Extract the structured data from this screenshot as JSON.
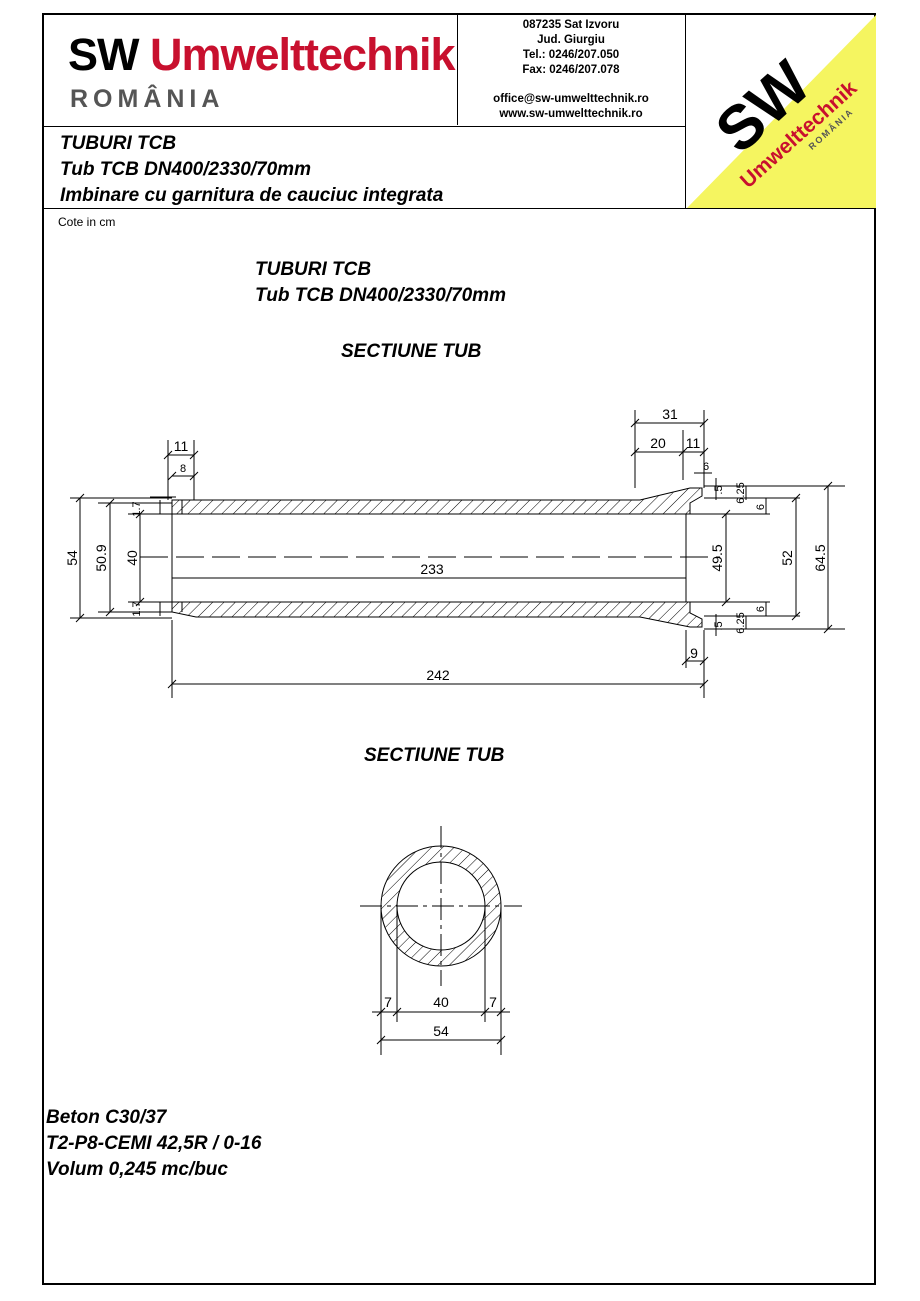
{
  "header": {
    "brand_sw": "SW",
    "brand_name": "Umwelttechnik",
    "brand_country": "ROMÂNIA",
    "contact": {
      "address_1": "087235 Sat Izvoru",
      "address_2": "Jud. Giurgiu",
      "tel": "Tel.: 0246/207.050",
      "fax": "Fax: 0246/207.078",
      "email": "office@sw-umwelttechnik.ro",
      "web": "www.sw-umwelttechnik.ro"
    },
    "corner_logo": {
      "sw": "SW",
      "name": "Umwelttechnik",
      "country": "ROMÂNIA",
      "bg_color": "#f5f560",
      "red": "#c8102e"
    }
  },
  "title_block": {
    "line_1": "TUBURI TCB",
    "line_2": "Tub TCB DN400/2330/70mm",
    "line_3": "Imbinare cu garnitura de cauciuc integrata"
  },
  "units_note": "Cote in cm",
  "drawing": {
    "heading_1": "TUBURI TCB",
    "heading_2": "Tub TCB DN400/2330/70mm",
    "long_section": {
      "title": "SECTIUNE TUB",
      "dims": {
        "total_length": "242",
        "inner_length": "233",
        "bell_total": "31",
        "bell_part_a": "20",
        "bell_part_b": "11",
        "bell_step": "6",
        "spigot_len": "11",
        "spigot_step": "8",
        "outer_dia": "54",
        "spigot_dia": "50.9",
        "inner_dia": "40",
        "bell_inner_dia": "49.5",
        "bell_seat_dia": "52",
        "bell_outer_dia": "64.5",
        "bell_wall": "6",
        "bell_lip": "6.25",
        "bell_gap": ".5",
        "end_len": "9",
        "spigot_small_top": "1.7",
        "spigot_small_bot": "1.7"
      }
    },
    "cross_section": {
      "title": "SECTIUNE TUB",
      "dims": {
        "wall_left": "7",
        "inner": "40",
        "wall_right": "7",
        "outer": "54"
      }
    }
  },
  "specs": {
    "concrete": "Beton C30/37",
    "mix": "T2-P8-CEMI 42,5R / 0-16",
    "volume": "Volum 0,245 mc/buc"
  }
}
